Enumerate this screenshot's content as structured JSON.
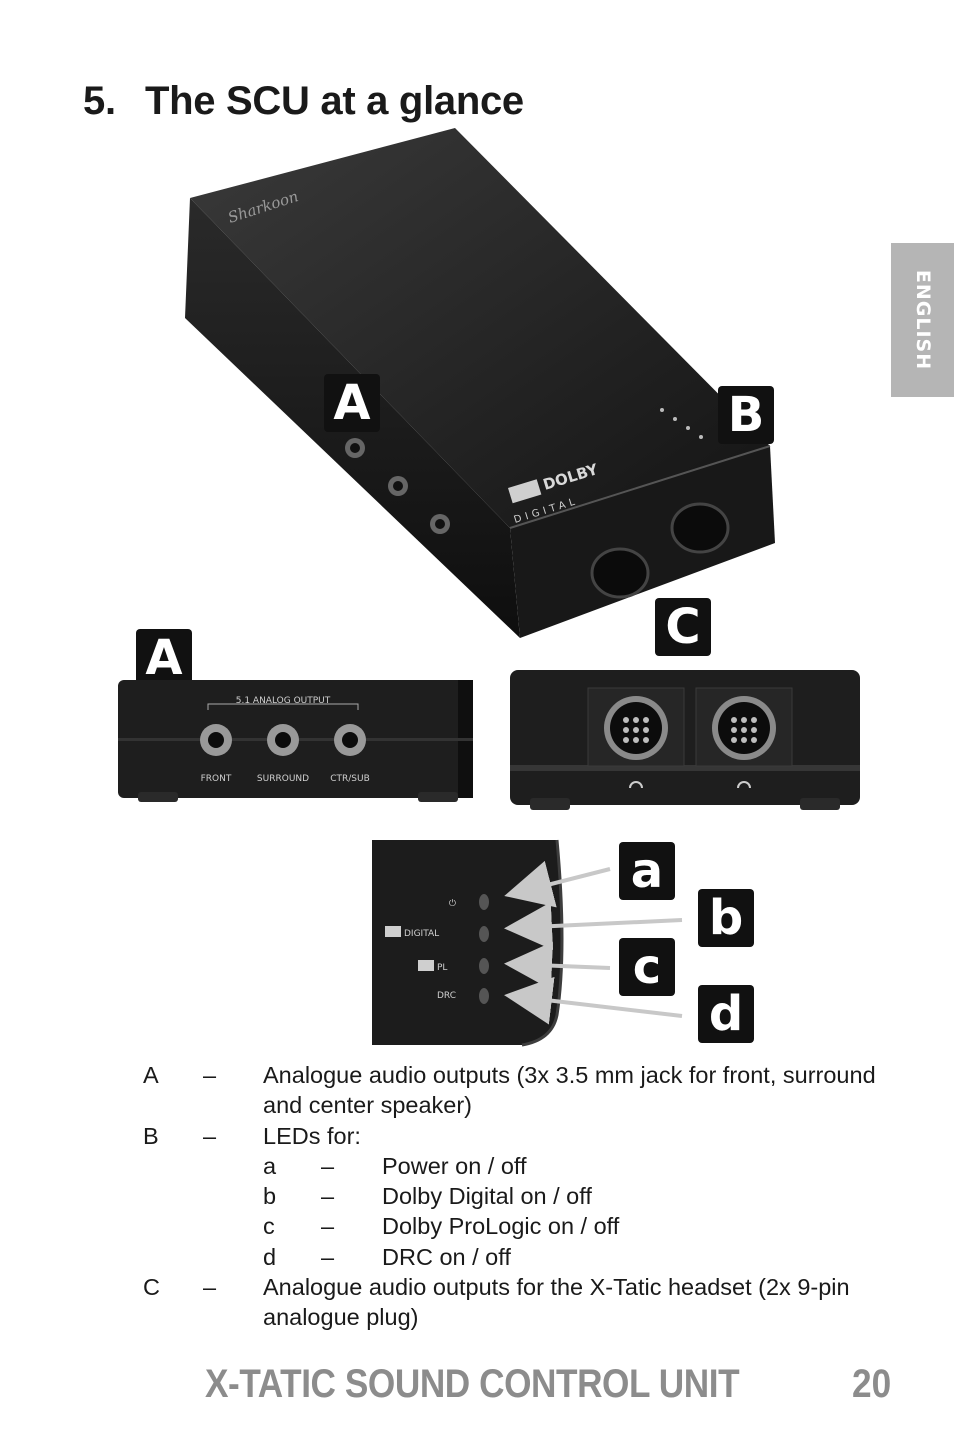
{
  "heading": {
    "number": "5.",
    "text": "The SCU at a glance"
  },
  "side_tab": {
    "label": "ENGLISH"
  },
  "callouts": {
    "a_top": "A",
    "b_top": "B",
    "c": "C",
    "a_side": "A",
    "led_a": "a",
    "led_b": "b",
    "led_c": "c",
    "led_d": "d"
  },
  "device": {
    "brand": "Sharkoon",
    "dolby_line1": "DOLBY",
    "dolby_line2": "DIGITAL",
    "analog_header": "5.1 ANALOG OUTPUT",
    "jack_front": "FRONT",
    "jack_surround": "SURROUND",
    "jack_ctrsub": "CTR/SUB",
    "led_power": "⏻",
    "led_digital": "DIGITAL",
    "led_pl": "PL",
    "led_drc": "DRC"
  },
  "legend": {
    "items": [
      {
        "key": "A",
        "dash": "–",
        "text": "Analogue audio outputs (3x 3.5 mm jack for front, surround and center speaker)"
      },
      {
        "key": "B",
        "dash": "–",
        "text": "LEDs for:"
      },
      {
        "key": "C",
        "dash": "–",
        "text": "Analogue audio outputs for the X-Tatic headset (2x 9-pin analogue plug)"
      }
    ],
    "sub_items": [
      {
        "key": "a",
        "dash": "–",
        "text": "Power on / off"
      },
      {
        "key": "b",
        "dash": "–",
        "text": "Dolby Digital on / off"
      },
      {
        "key": "c",
        "dash": "–",
        "text": "Dolby ProLogic on / off"
      },
      {
        "key": "d",
        "dash": "–",
        "text": "DRC on / off"
      }
    ]
  },
  "footer": {
    "title": "X-TATIC SOUND CONTROL UNIT",
    "page": "20"
  },
  "colors": {
    "tab_gray": "#b5b5b5",
    "footer_gray": "#8c8c8c",
    "device_black": "#1c1c1c",
    "label_black": "#111111"
  }
}
